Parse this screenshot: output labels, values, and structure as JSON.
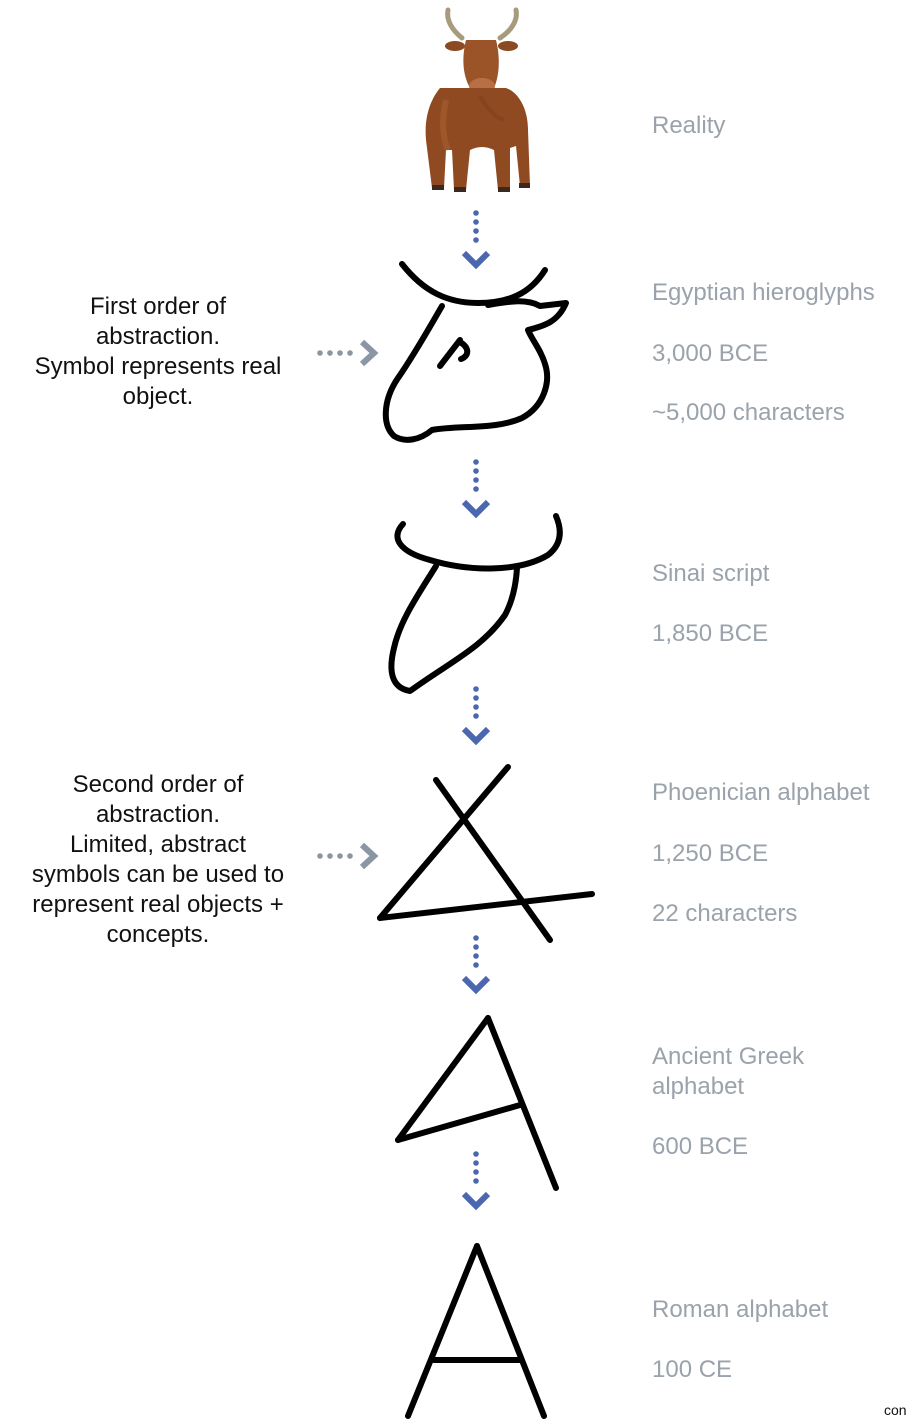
{
  "stages": [
    {
      "id": "reality",
      "lines": [
        "Reality"
      ],
      "icon": "cow-photo"
    },
    {
      "id": "egyptian",
      "lines": [
        "Egyptian hieroglyphs",
        "3,000 BCE",
        "~5,000 characters"
      ],
      "icon": "ox-head-hieroglyph-icon"
    },
    {
      "id": "sinai",
      "lines": [
        "Sinai script",
        "1,850 BCE"
      ],
      "icon": "sinai-ox-glyph-icon"
    },
    {
      "id": "phoenician",
      "lines": [
        "Phoenician alphabet",
        "1,250 BCE",
        "22 characters"
      ],
      "icon": "phoenician-aleph-icon"
    },
    {
      "id": "greek",
      "lines": [
        "Ancient Greek alphabet",
        "600 BCE"
      ],
      "icon": "greek-alpha-icon"
    },
    {
      "id": "roman",
      "lines": [
        "Roman alphabet",
        "100 CE"
      ],
      "icon": "roman-a-icon"
    }
  ],
  "notes": [
    {
      "lines": [
        "First order of",
        "abstraction.",
        "Symbol represents real",
        "object."
      ]
    },
    {
      "lines": [
        "Second order of",
        "abstraction.",
        "Limited, abstract",
        "symbols can be used to",
        "represent real objects +",
        "concepts."
      ]
    }
  ],
  "credit": "con",
  "colors": {
    "down_arrow": "#4a67b0",
    "side_arrow": "#8a96a3",
    "label_text": "#9aa2ab",
    "note_text": "#111111",
    "glyph_stroke": "#000000"
  }
}
